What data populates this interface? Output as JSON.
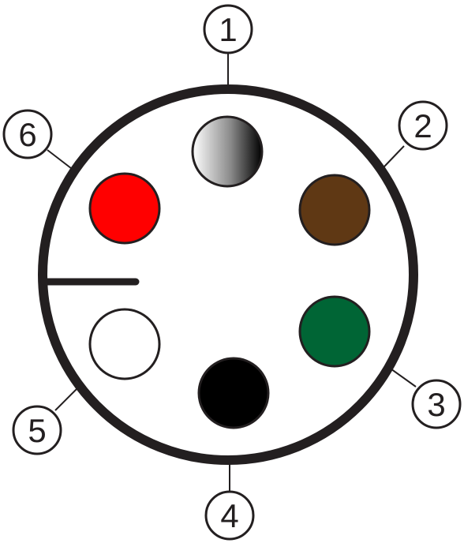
{
  "pins": [
    {
      "number": "1",
      "color_name": "grey",
      "fill": "gradient-grey"
    },
    {
      "number": "2",
      "color_name": "brown",
      "fill": "#5f3814"
    },
    {
      "number": "3",
      "color_name": "green",
      "fill": "#006535"
    },
    {
      "number": "4",
      "color_name": "black",
      "fill": "#000000"
    },
    {
      "number": "5",
      "color_name": "white",
      "fill": "#ffffff"
    },
    {
      "number": "6",
      "color_name": "red",
      "fill": "#ff0000"
    }
  ],
  "colors": {
    "outline": "#231f20",
    "background": "#ffffff"
  }
}
